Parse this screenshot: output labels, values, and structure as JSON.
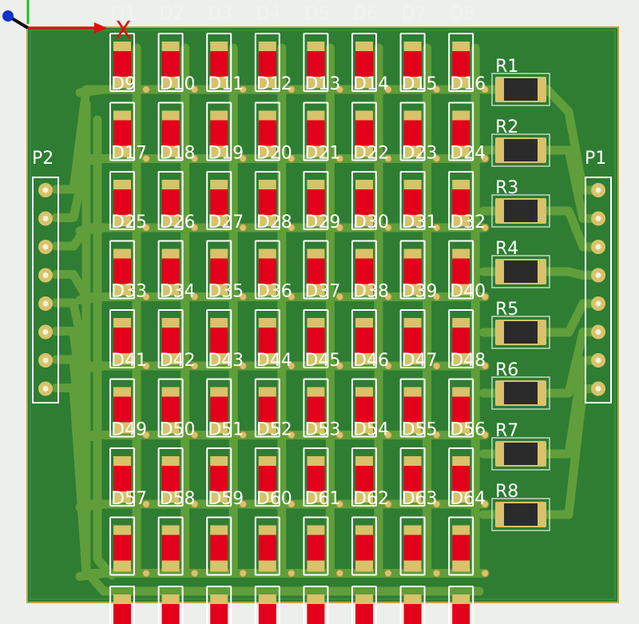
{
  "colors": {
    "background": "#ecefec",
    "board": "#2e7d32",
    "trace": "#5f9e3a",
    "pad": "#d8c26a",
    "silkscreen": "#ffffff",
    "led": "#e3001b",
    "resistor": "#2b2b2b",
    "axis_x": "#e01010",
    "axis_y": "#20c020",
    "origin": "#1030d0"
  },
  "axis": {
    "x_label": "X"
  },
  "headers": [
    {
      "ref": "P2",
      "pins": 8
    },
    {
      "ref": "P1",
      "pins": 8
    }
  ],
  "resistors": [
    "R1",
    "R2",
    "R3",
    "R4",
    "R5",
    "R6",
    "R7",
    "R8"
  ],
  "led_matrix": {
    "rows": 8,
    "cols": 8,
    "top_labels": [
      "D1",
      "D2",
      "D3",
      "D4",
      "D5",
      "D6",
      "D7",
      "D8"
    ],
    "labels": [
      "D9",
      "D10",
      "D11",
      "D12",
      "D13",
      "D14",
      "D15",
      "D16",
      "D17",
      "D18",
      "D19",
      "D20",
      "D21",
      "D22",
      "D23",
      "D24",
      "D25",
      "D26",
      "D27",
      "D28",
      "D29",
      "D30",
      "D31",
      "D32",
      "D33",
      "D34",
      "D35",
      "D36",
      "D37",
      "D38",
      "D39",
      "D40",
      "D41",
      "D42",
      "D43",
      "D44",
      "D45",
      "D46",
      "D47",
      "D48",
      "D49",
      "D50",
      "D51",
      "D52",
      "D53",
      "D54",
      "D55",
      "D56",
      "D57",
      "D58",
      "D59",
      "D60",
      "D61",
      "D62",
      "D63",
      "D64"
    ]
  }
}
